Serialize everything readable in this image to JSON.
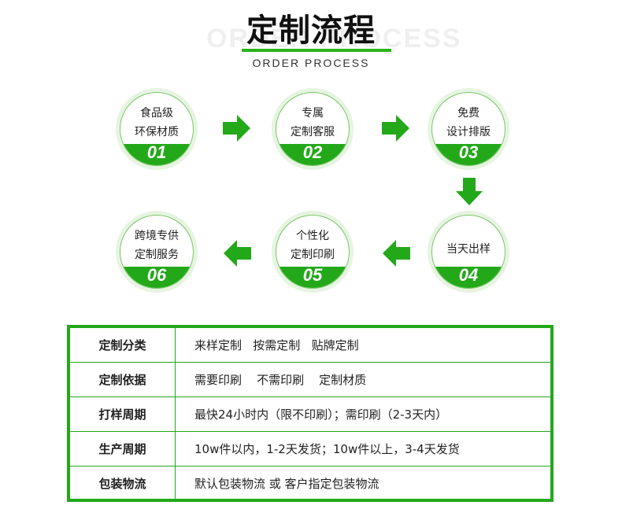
{
  "header": {
    "ghost_text": "ORDER PROCESS",
    "title": "定制流程",
    "subtitle": "ORDER PROCESS"
  },
  "steps": [
    {
      "line1": "食品级",
      "line2": "环保材质",
      "number": "01"
    },
    {
      "line1": "专属",
      "line2": "定制客服",
      "number": "02"
    },
    {
      "line1": "免费",
      "line2": "设计排版",
      "number": "03"
    },
    {
      "line1": "当天出样",
      "line2": "",
      "number": "04"
    },
    {
      "line1": "个性化",
      "line2": "定制印刷",
      "number": "05"
    },
    {
      "line1": "跨境专供",
      "line2": "定制服务",
      "number": "06"
    }
  ],
  "table": {
    "rows": [
      {
        "key": "定制分类",
        "value": "来样定制   按需定制   贴牌定制"
      },
      {
        "key": "定制依据",
        "value": "需要印刷    不需印刷    定制材质"
      },
      {
        "key": "打样周期",
        "value": "最快24小时内（限不印刷）；需印刷（2-3天内）"
      },
      {
        "key": "生产周期",
        "value": "10w件以内，1-2天发货；10w件以上，3-4天发货"
      },
      {
        "key": "包装物流",
        "value": "默认包装物流 或 客户指定包装物流"
      }
    ]
  },
  "colors": {
    "accent_green": "#23a81a",
    "ring_light": "#e6f4e1"
  }
}
